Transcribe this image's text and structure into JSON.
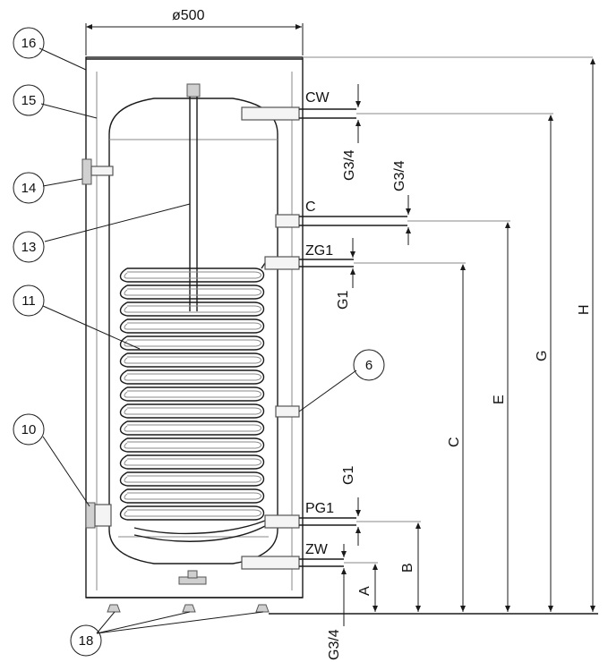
{
  "title_dim": "ø500",
  "callouts": [
    "16",
    "15",
    "14",
    "13",
    "11",
    "10",
    "6",
    "18"
  ],
  "connections": {
    "cw": "CW",
    "c": "C",
    "zg1": "ZG1",
    "pg1": "PG1",
    "zw": "ZW"
  },
  "thread_labels": {
    "cw_thread": "G3/4",
    "c_thread": "G3/4",
    "zg1_thread": "G1",
    "pg1_thread": "G1",
    "zw_thread": "G3/4"
  },
  "dimensions": {
    "a": "A",
    "b": "B",
    "c": "C",
    "e": "E",
    "g": "G",
    "h": "H"
  }
}
